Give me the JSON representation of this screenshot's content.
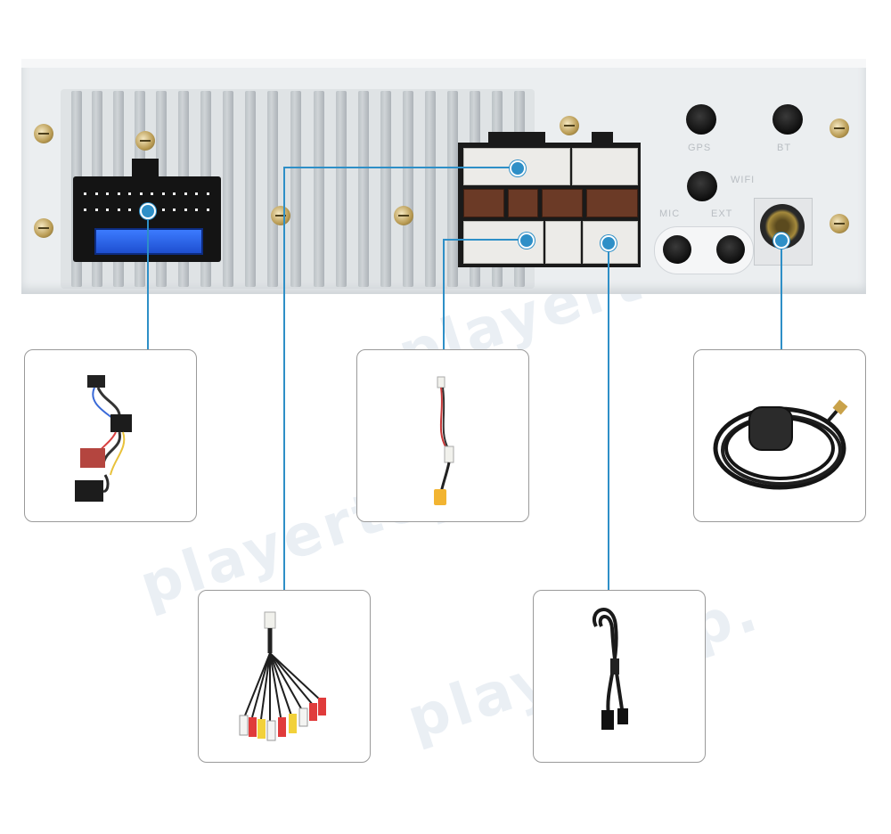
{
  "watermark": {
    "text": "playertop.",
    "text_short": "pl"
  },
  "unit": {
    "port_labels": {
      "gps": "GPS",
      "bt": "BT",
      "wifi": "WIFI",
      "mic": "MIC",
      "ext": "EXT"
    }
  },
  "accessories": [
    {
      "id": "iso-harness",
      "icon": "iso-wiring-harness-icon"
    },
    {
      "id": "rca-cable",
      "icon": "rca-output-cable-icon"
    },
    {
      "id": "reverse-camera-cable",
      "icon": "reverse-camera-cable-icon"
    },
    {
      "id": "usb-cable",
      "icon": "usb-cable-icon"
    },
    {
      "id": "gps-antenna",
      "icon": "gps-antenna-icon"
    }
  ],
  "colors": {
    "accent_line": "#2e8fc7",
    "chassis": "#ebeef0",
    "card_border": "#9a9a9a"
  }
}
